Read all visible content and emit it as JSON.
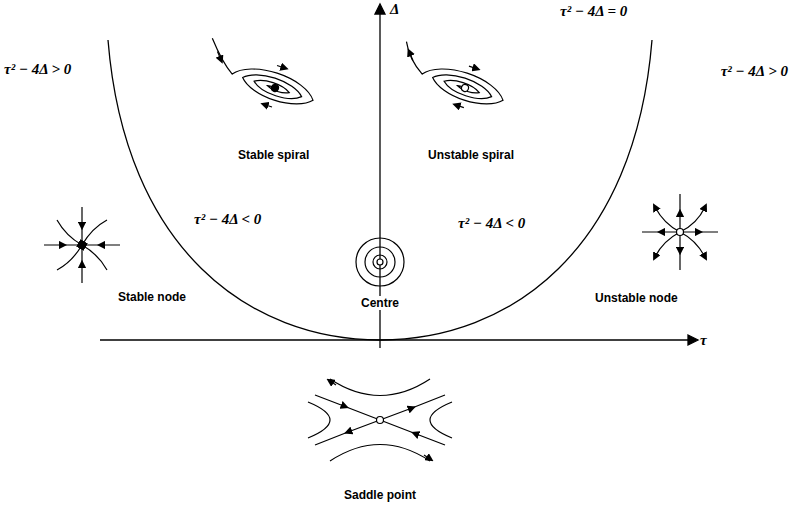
{
  "diagram": {
    "labels": [
      "Δ",
      "τ",
      "τ² − 4Δ = 0",
      "τ² − 4Δ > 0",
      "τ² − 4Δ > 0",
      "Stable spiral",
      "Unstable spiral",
      "τ² − 4Δ < 0",
      "τ² − 4Δ < 0",
      "Stable node",
      "Centre",
      "Unstable node",
      "Saddle point"
    ]
  }
}
